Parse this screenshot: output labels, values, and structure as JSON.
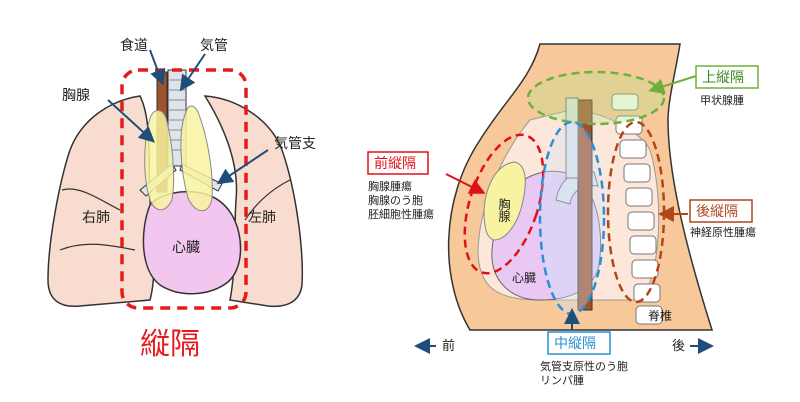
{
  "front_view": {
    "labels": {
      "esophagus": "食道",
      "trachea": "気管",
      "thymus": "胸腺",
      "bronchus": "気管支",
      "right_lung": "右肺",
      "left_lung": "左肺",
      "heart": "心臓"
    },
    "title": "縦隔"
  },
  "side_view": {
    "superior": {
      "title": "上縦隔",
      "items": [
        "甲状腺腫"
      ]
    },
    "anterior": {
      "title": "前縦隔",
      "items": [
        "胸腺腫瘍",
        "胸腺のう胞",
        "胚細胞性腫瘍"
      ]
    },
    "posterior": {
      "title": "後縦隔",
      "items": [
        "神経原性腫瘍"
      ]
    },
    "middle": {
      "title": "中縦隔",
      "items": [
        "気管支原性のう胞",
        "リンパ腫"
      ]
    },
    "labels": {
      "thymus": "胸腺",
      "heart": "心臓",
      "spine": "脊椎"
    },
    "axis": {
      "front": "前",
      "back": "後"
    }
  },
  "colors": {
    "lung": "#f9dcd0",
    "heart": "#f3c6f0",
    "thymus": "#f8f3a0",
    "trachea": "#dfe3ea",
    "esophagus": "#a0522d",
    "body": "#f7c99a",
    "superior": "#6fb03c",
    "anterior": "#e0101a",
    "middle": "#2a8fd6",
    "posterior": "#b0461a",
    "dashed_red": "#e51a1a",
    "arrow": "#1e4f7a"
  }
}
